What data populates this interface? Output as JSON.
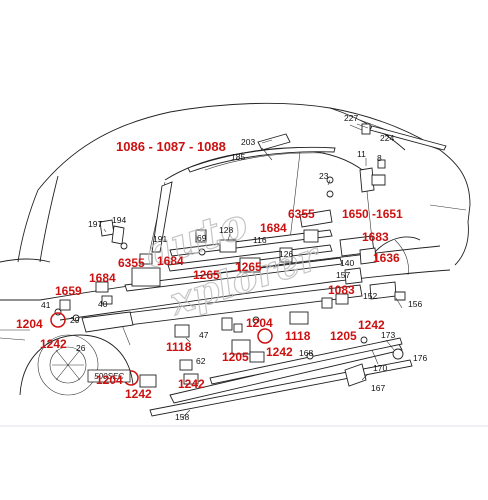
{
  "watermark": {
    "line1": "auto",
    "line2": "xplorer"
  },
  "badge_text": "500SEC",
  "labels_black": [
    {
      "id": "227",
      "text": "227"
    },
    {
      "id": "224",
      "text": "224"
    },
    {
      "id": "203",
      "text": "203"
    },
    {
      "id": "185",
      "text": "185"
    },
    {
      "id": "11",
      "text": "11"
    },
    {
      "id": "8",
      "text": "8"
    },
    {
      "id": "23",
      "text": "23"
    },
    {
      "id": "197",
      "text": "197"
    },
    {
      "id": "194",
      "text": "194"
    },
    {
      "id": "191",
      "text": "191"
    },
    {
      "id": "69",
      "text": "69"
    },
    {
      "id": "128",
      "text": "128"
    },
    {
      "id": "116",
      "text": "116"
    },
    {
      "id": "126",
      "text": "126"
    },
    {
      "id": "140",
      "text": "140"
    },
    {
      "id": "157",
      "text": "157"
    },
    {
      "id": "152",
      "text": "152"
    },
    {
      "id": "156",
      "text": "156"
    },
    {
      "id": "41",
      "text": "41"
    },
    {
      "id": "29",
      "text": "29"
    },
    {
      "id": "40",
      "text": "40"
    },
    {
      "id": "26",
      "text": "26"
    },
    {
      "id": "47",
      "text": "47"
    },
    {
      "id": "62",
      "text": "62"
    },
    {
      "id": "168",
      "text": "168"
    },
    {
      "id": "173",
      "text": "173"
    },
    {
      "id": "176",
      "text": "176"
    },
    {
      "id": "170",
      "text": "170"
    },
    {
      "id": "167",
      "text": "167"
    },
    {
      "id": "158",
      "text": "158"
    }
  ],
  "labels_red": [
    {
      "id": "1086-1087-1088",
      "text": "1086 - 1087 - 1088"
    },
    {
      "id": "6355-a",
      "text": "6355"
    },
    {
      "id": "1650-1651",
      "text": "1650 -1651"
    },
    {
      "id": "1684-a",
      "text": "1684"
    },
    {
      "id": "1683",
      "text": "1683"
    },
    {
      "id": "1636",
      "text": "1636"
    },
    {
      "id": "6355-b",
      "text": "6355"
    },
    {
      "id": "1684-b",
      "text": "1684"
    },
    {
      "id": "1265-a",
      "text": "1265"
    },
    {
      "id": "1265-b",
      "text": "1265"
    },
    {
      "id": "1684-c",
      "text": "1684"
    },
    {
      "id": "1659",
      "text": "1659"
    },
    {
      "id": "1083",
      "text": "1083"
    },
    {
      "id": "1204-a",
      "text": "1204"
    },
    {
      "id": "1204-b",
      "text": "1204"
    },
    {
      "id": "1242-a",
      "text": "1242"
    },
    {
      "id": "1118-a",
      "text": "1118"
    },
    {
      "id": "1118-b",
      "text": "1118"
    },
    {
      "id": "1205-a",
      "text": "1205"
    },
    {
      "id": "1242-b",
      "text": "1242"
    },
    {
      "id": "1205-b",
      "text": "1205"
    },
    {
      "id": "1242-c",
      "text": "1242"
    },
    {
      "id": "1204-c",
      "text": "1204"
    },
    {
      "id": "1242-d",
      "text": "1242"
    },
    {
      "id": "1242-e",
      "text": "1242"
    }
  ]
}
